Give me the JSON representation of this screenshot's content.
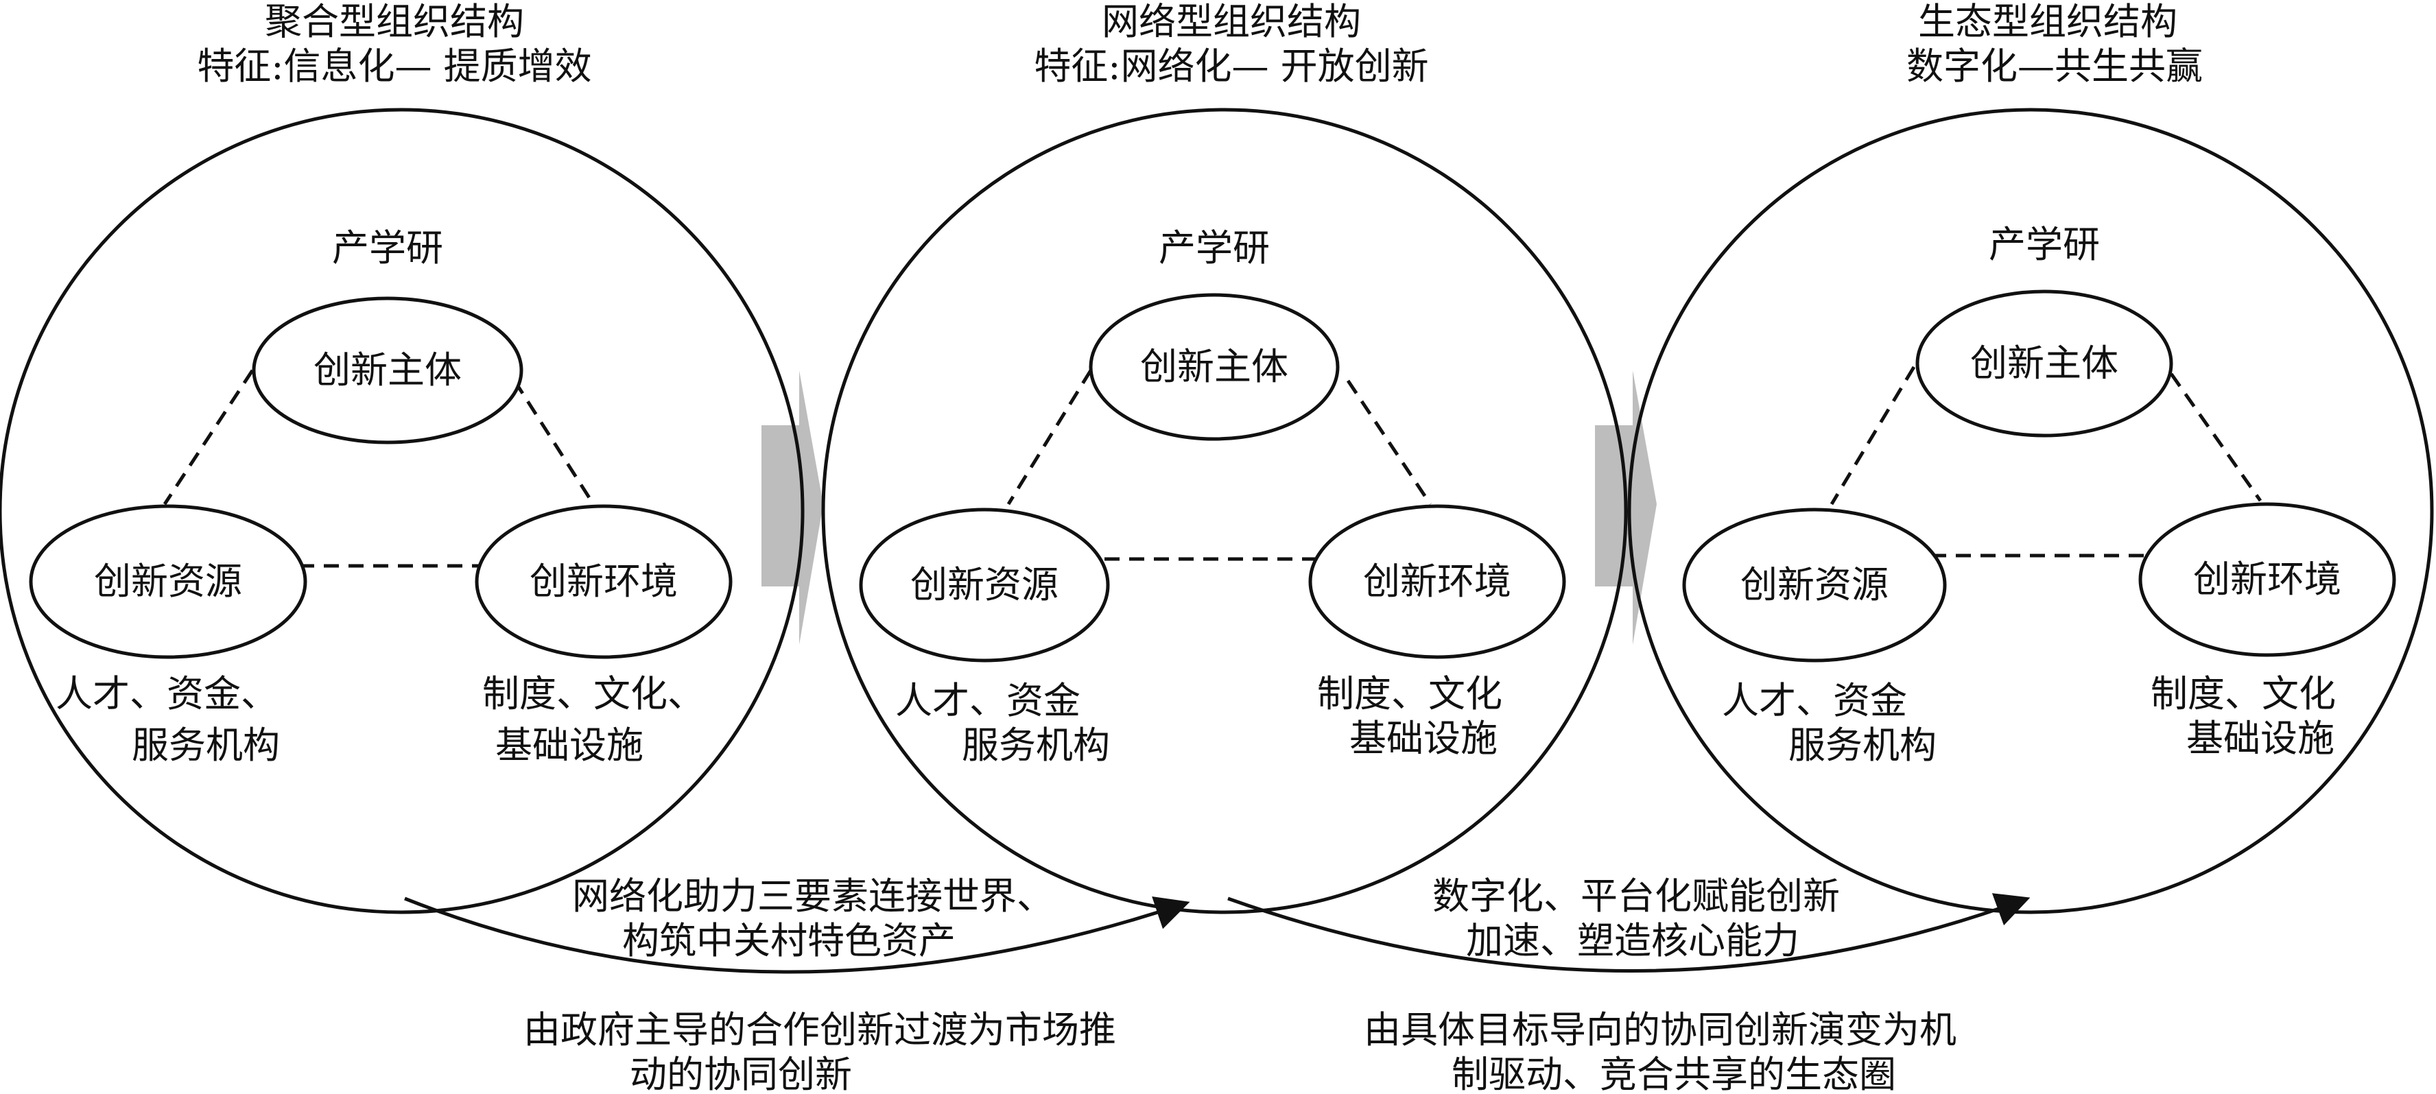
{
  "colors": {
    "stroke": "#111111",
    "connector_arrow_fill": "#bdbdbd",
    "background": "#ffffff"
  },
  "stages": [
    {
      "title_line1": "聚合型组织结构",
      "title_line2": "特征:信息化— 提质增效",
      "circle_label": "产学研",
      "node_top": "创新主体",
      "node_left": "创新资源",
      "node_right": "创新环境",
      "left_desc_line1": "人才、资金、",
      "left_desc_line2": "服务机构",
      "right_desc_line1": "制度、文化、",
      "right_desc_line2": "基础设施"
    },
    {
      "title_line1": "网络型组织结构",
      "title_line2": "特征:网络化— 开放创新",
      "circle_label": "产学研",
      "node_top": "创新主体",
      "node_left": "创新资源",
      "node_right": "创新环境",
      "left_desc_line1": "人才、资金",
      "left_desc_line2": "服务机构",
      "right_desc_line1": "制度、文化",
      "right_desc_line2": "基础设施"
    },
    {
      "title_line1": "生态型组织结构",
      "title_line2": "数字化—共生共赢",
      "circle_label": "产学研",
      "node_top": "创新主体",
      "node_left": "创新资源",
      "node_right": "创新环境",
      "left_desc_line1": "人才、资金",
      "left_desc_line2": "服务机构",
      "right_desc_line1": "制度、文化",
      "right_desc_line2": "基础设施"
    }
  ],
  "transitions": [
    {
      "inner_line1": "网络化助力三要素连接世界、",
      "inner_line2": "构筑中关村特色资产",
      "caption_line1": "由政府主导的合作创新过渡为市场推",
      "caption_line2": "动的协同创新"
    },
    {
      "inner_line1": "数字化、平台化赋能创新",
      "inner_line2": "加速、塑造核心能力",
      "caption_line1": "由具体目标导向的协同创新演变为机",
      "caption_line2": "制驱动、竞合共享的生态圈"
    }
  ]
}
